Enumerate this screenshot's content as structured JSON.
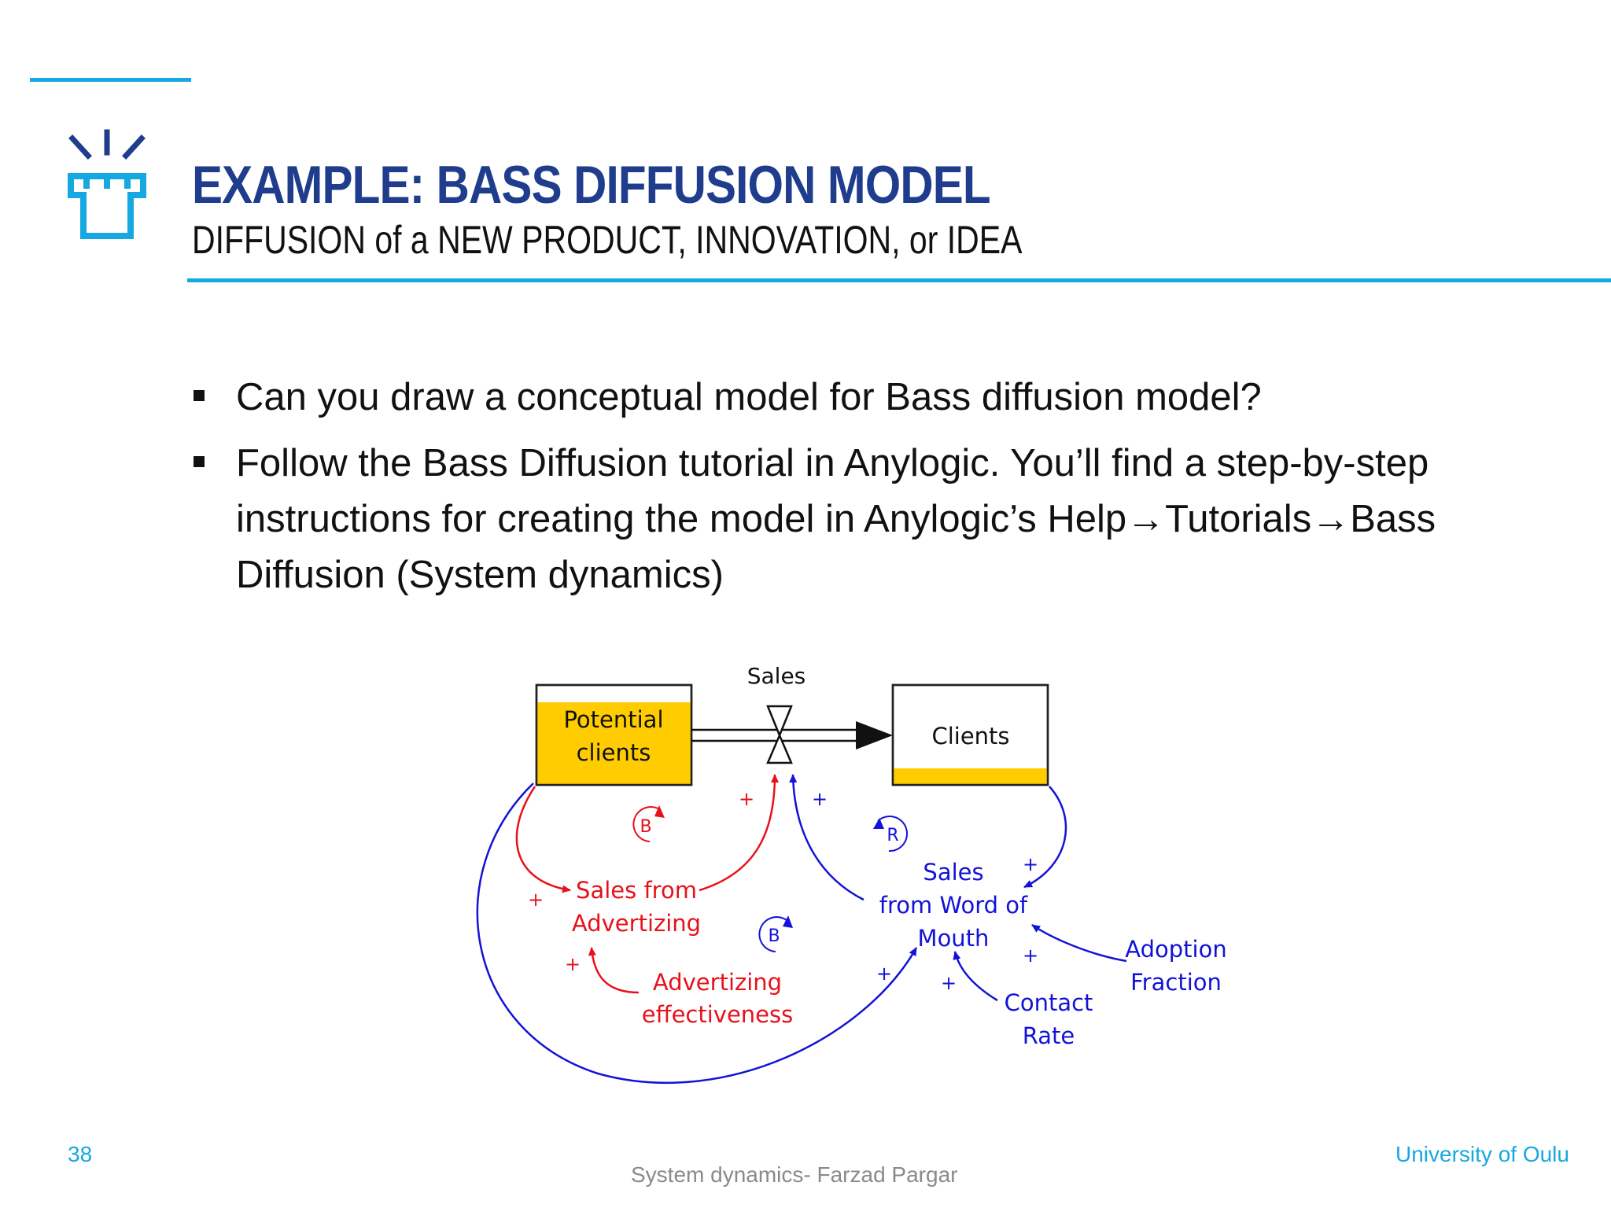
{
  "header": {
    "title": "EXAMPLE: BASS DIFFUSION MODEL",
    "subtitle": "DIFFUSION of a NEW PRODUCT, INNOVATION, or IDEA"
  },
  "bullets": [
    "Can you draw a conceptual model for Bass diffusion model?",
    "Follow the Bass Diffusion tutorial in Anylogic. You’ll find a step-by-step instructions for creating the model in Anylogic’s Help→Tutorials→Bass Diffusion (System dynamics)"
  ],
  "diagram": {
    "stock_potential_line1": "Potential",
    "stock_potential_line2": "clients",
    "stock_clients": "Clients",
    "flow_sales": "Sales",
    "sales_adv_line1": "Sales from",
    "sales_adv_line2": "Advertizing",
    "adv_eff_line1": "Advertizing",
    "adv_eff_line2": "effectiveness",
    "sales_wom_line1": "Sales",
    "sales_wom_line2": "from Word of",
    "sales_wom_line3": "Mouth",
    "adoption_line1": "Adoption",
    "adoption_line2": "Fraction",
    "contact_line1": "Contact",
    "contact_line2": "Rate",
    "plus": "+",
    "loop_b": "B",
    "loop_r": "R",
    "colors": {
      "stock_fill": "#ffcc00",
      "red": "#e8111b",
      "blue": "#1212d8"
    }
  },
  "footer": {
    "page_number": "38",
    "center": "System dynamics- Farzad Pargar",
    "right": "University of Oulu"
  }
}
